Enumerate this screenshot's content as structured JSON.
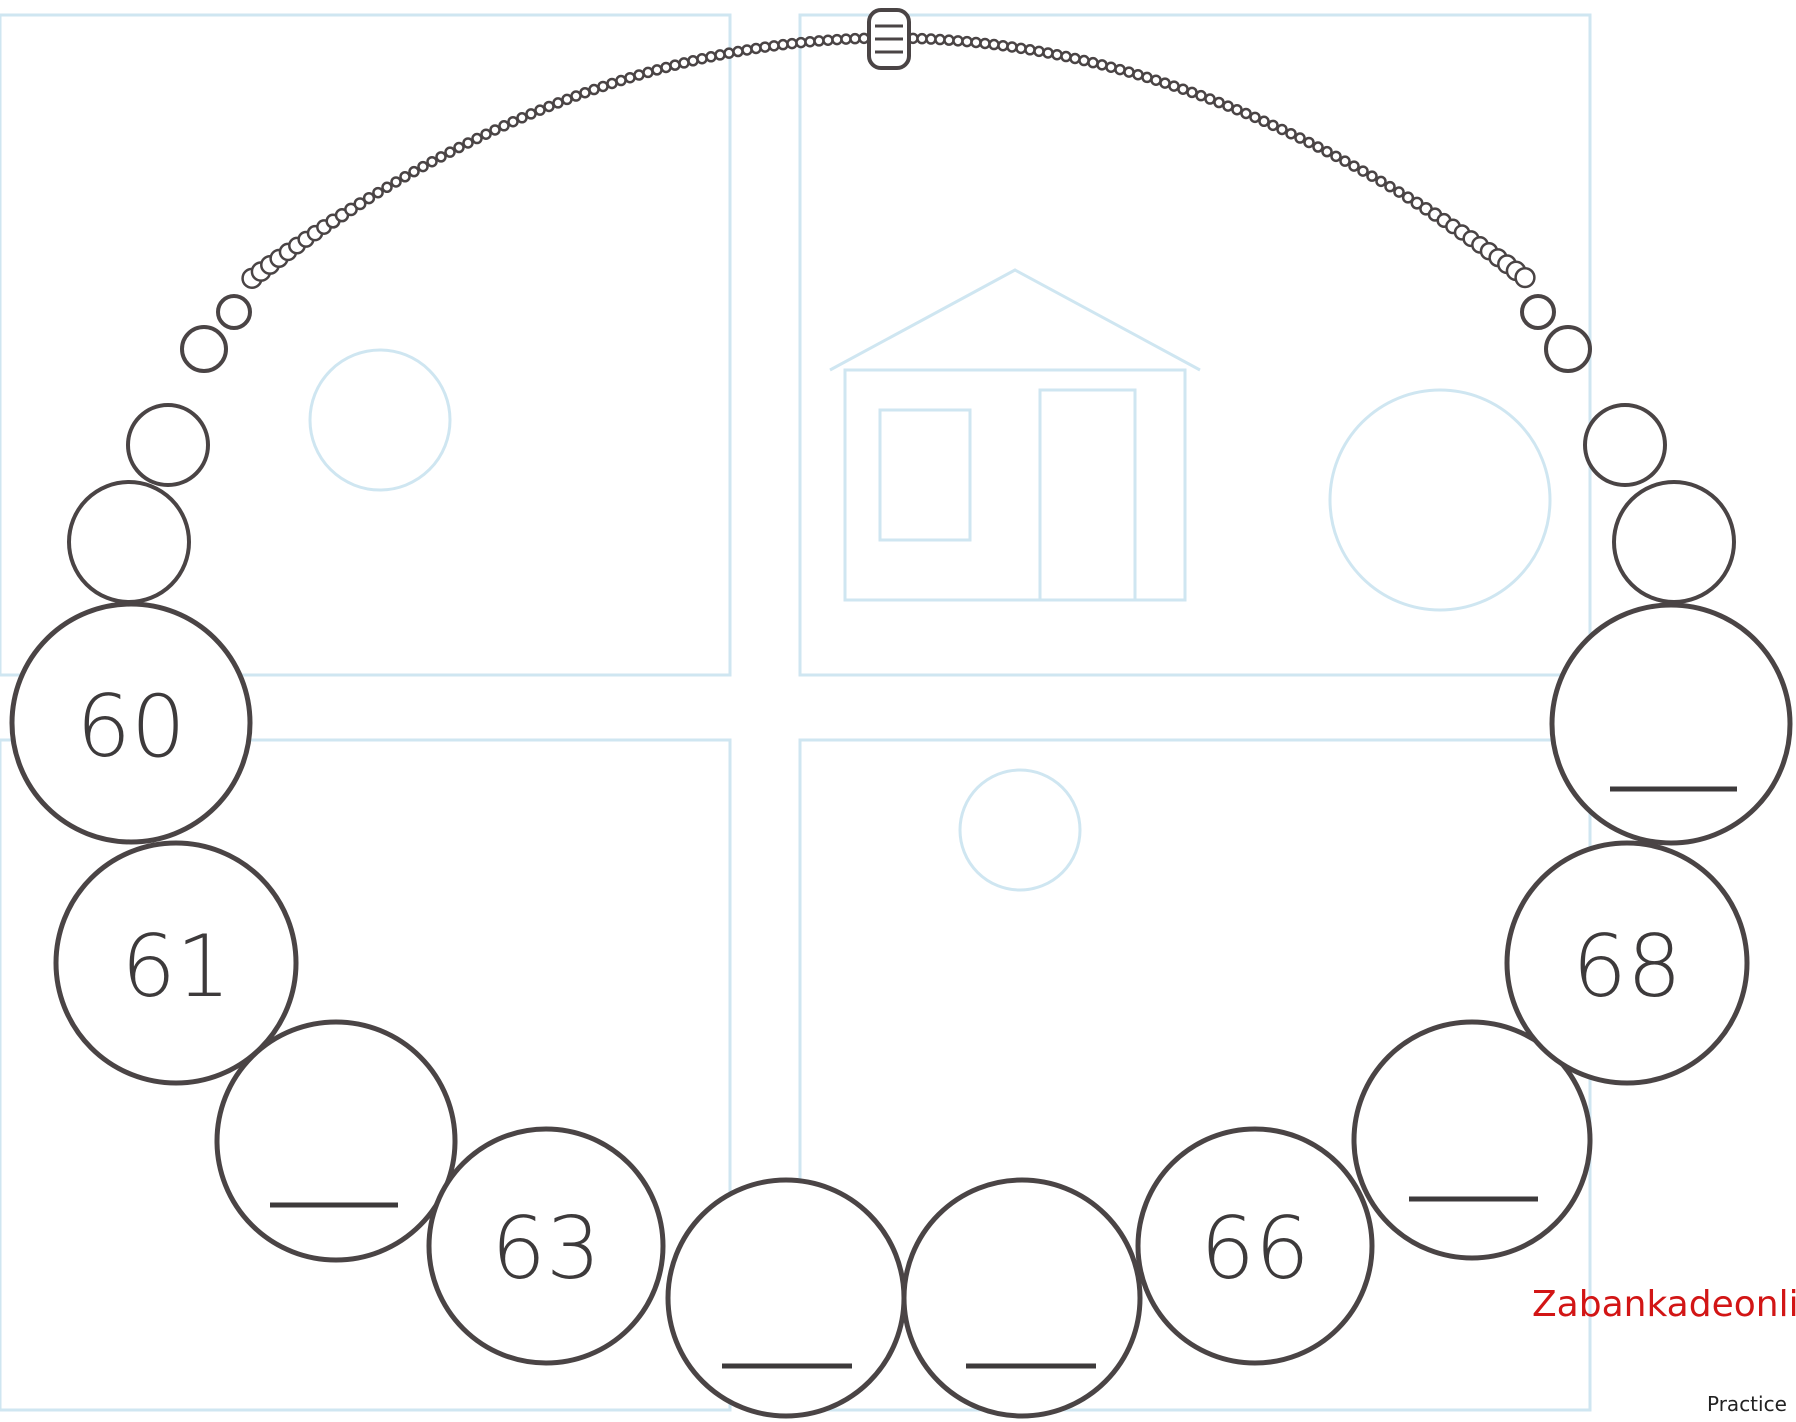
{
  "worksheet": {
    "beads": [
      {
        "id": "60",
        "label": "60",
        "blank": false
      },
      {
        "id": "61",
        "label": "61",
        "blank": false
      },
      {
        "id": "62",
        "label": "",
        "blank": true
      },
      {
        "id": "63",
        "label": "63",
        "blank": false
      },
      {
        "id": "64",
        "label": "",
        "blank": true
      },
      {
        "id": "65",
        "label": "",
        "blank": true
      },
      {
        "id": "66",
        "label": "66",
        "blank": false
      },
      {
        "id": "67",
        "label": "",
        "blank": true
      },
      {
        "id": "68",
        "label": "68",
        "blank": false
      },
      {
        "id": "69",
        "label": "",
        "blank": true
      }
    ]
  },
  "watermark": "Zabankadeonli",
  "footer": "Practice",
  "colors": {
    "outline": "#4a4445",
    "background_art": "#cfe6f1",
    "watermark": "#d21515"
  }
}
